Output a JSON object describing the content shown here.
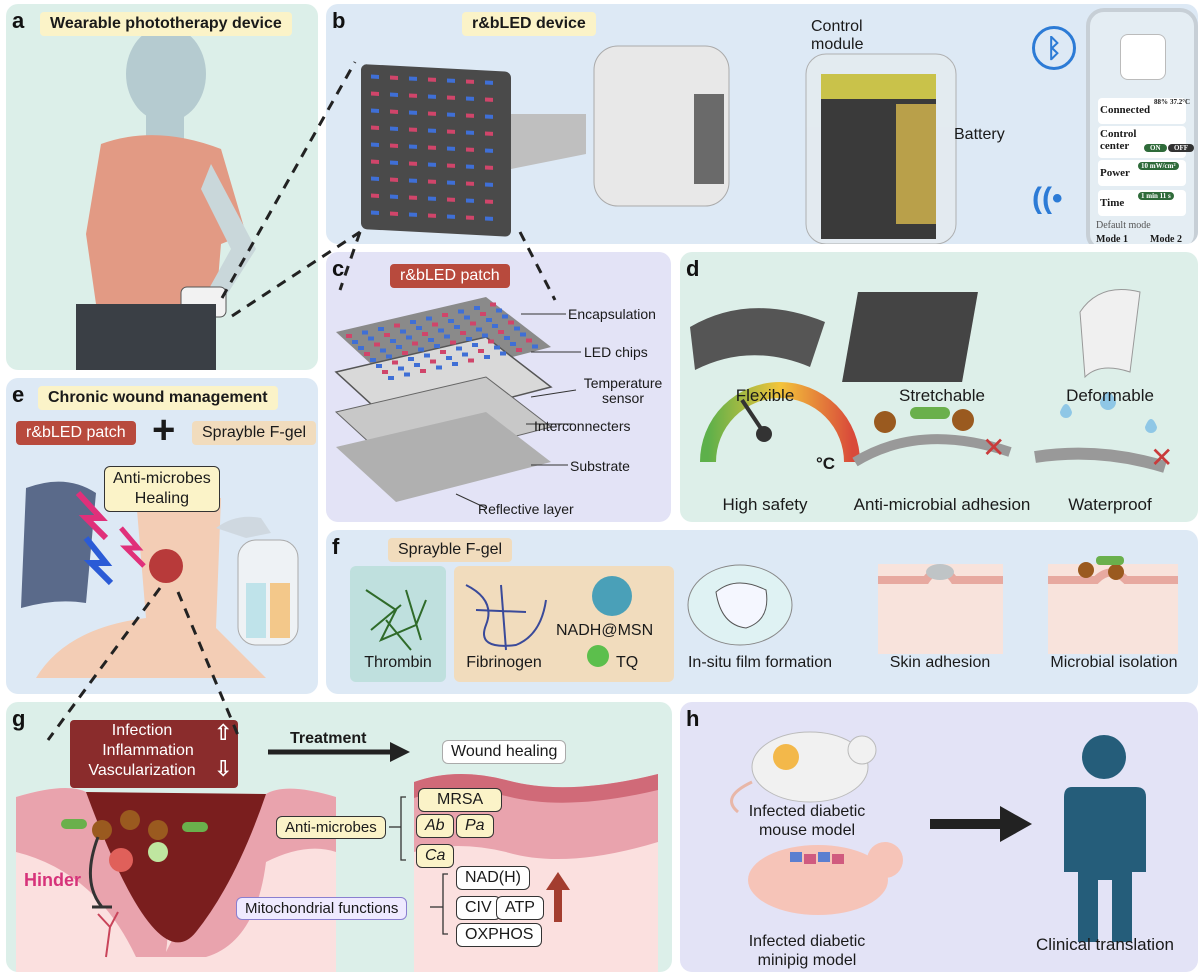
{
  "panel_a": {
    "letter": "a",
    "title": "Wearable phototherapy device"
  },
  "panel_b": {
    "letter": "b",
    "title": "r&bLED device",
    "control_module": "Control module",
    "battery": "Battery",
    "app": {
      "connected": "Connected",
      "battery_pct": "88%",
      "temp": "37.2°C",
      "control_center": "Control center",
      "on": "ON",
      "off": "OFF",
      "power": "Power",
      "power_value": "10 mW/cm²",
      "time": "Time",
      "time_value": "1 min 11 s",
      "default_mode": "Default mode",
      "mode1": "Mode 1",
      "mode2": "Mode 2"
    }
  },
  "panel_c": {
    "letter": "c",
    "title": "r&bLED patch",
    "layers": [
      "Encapsulation",
      "LED chips",
      "Temperature sensor",
      "Interconnecters",
      "Substrate",
      "Reflective layer"
    ]
  },
  "panel_d": {
    "letter": "d",
    "labels": [
      "Flexible",
      "Stretchable",
      "Deformable",
      "High safety",
      "Anti-microbial adhesion",
      "Waterproof"
    ],
    "temp_unit": "°C"
  },
  "panel_e": {
    "letter": "e",
    "title": "Chronic wound management",
    "patch": "r&bLED patch",
    "plus": "+",
    "gel": "Sprayble F-gel",
    "effects": "Anti-microbes\nHealing"
  },
  "panel_f": {
    "letter": "f",
    "title": "Sprayble F-gel",
    "items": [
      "Thrombin",
      "Fibrinogen",
      "NADH@MSN",
      "TQ",
      "In-situ film formation",
      "Skin adhesion",
      "Microbial isolation"
    ]
  },
  "panel_g": {
    "letter": "g",
    "wound_box": [
      "Infection",
      "Inflammation",
      "Vascularization"
    ],
    "hinder": "Hinder",
    "treatment": "Treatment",
    "wound_healing": "Wound healing",
    "anti_microbes": "Anti-microbes",
    "microbes": [
      "MRSA",
      "Ab",
      "Pa",
      "Ca"
    ],
    "mito": "Mitochondrial functions",
    "mito_items": [
      "NAD(H)",
      "CIV",
      "ATP",
      "OXPHOS"
    ]
  },
  "panel_h": {
    "letter": "h",
    "mouse": "Infected diabetic\nmouse model",
    "pig": "Infected diabetic\nminipig model",
    "clinical": "Clinical translation"
  }
}
